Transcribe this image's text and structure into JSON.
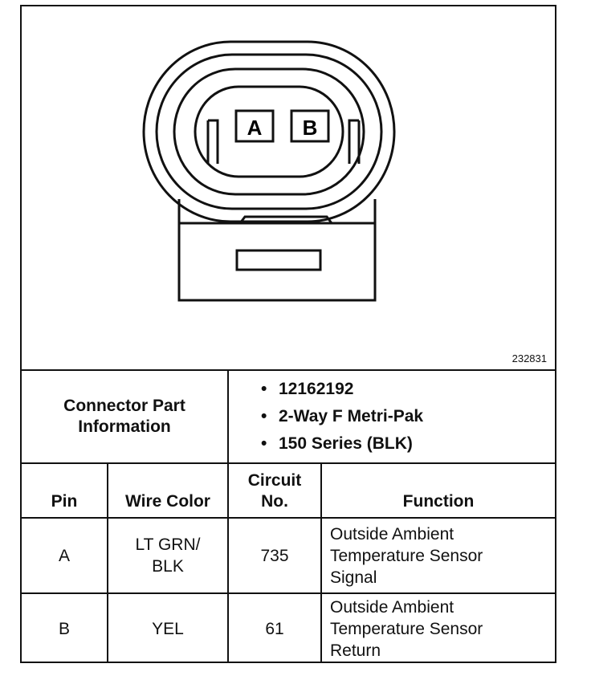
{
  "figure": {
    "id": "232831",
    "pin_labels": [
      "A",
      "B"
    ]
  },
  "connector_info": {
    "label": "Connector Part Information",
    "bullets": [
      "12162192",
      "2-Way F Metri-Pak",
      "150 Series (BLK)"
    ]
  },
  "table": {
    "headers": {
      "pin": "Pin",
      "wire_color": "Wire Color",
      "circuit": "Circuit No.",
      "function": "Function"
    },
    "rows": [
      {
        "pin": "A",
        "wire_color": "LT GRN/ BLK",
        "circuit": "735",
        "function": "Outside Ambient Temperature Sensor Signal"
      },
      {
        "pin": "B",
        "wire_color": "YEL",
        "circuit": "61",
        "function": "Outside Ambient Temperature Sensor Return"
      }
    ]
  }
}
